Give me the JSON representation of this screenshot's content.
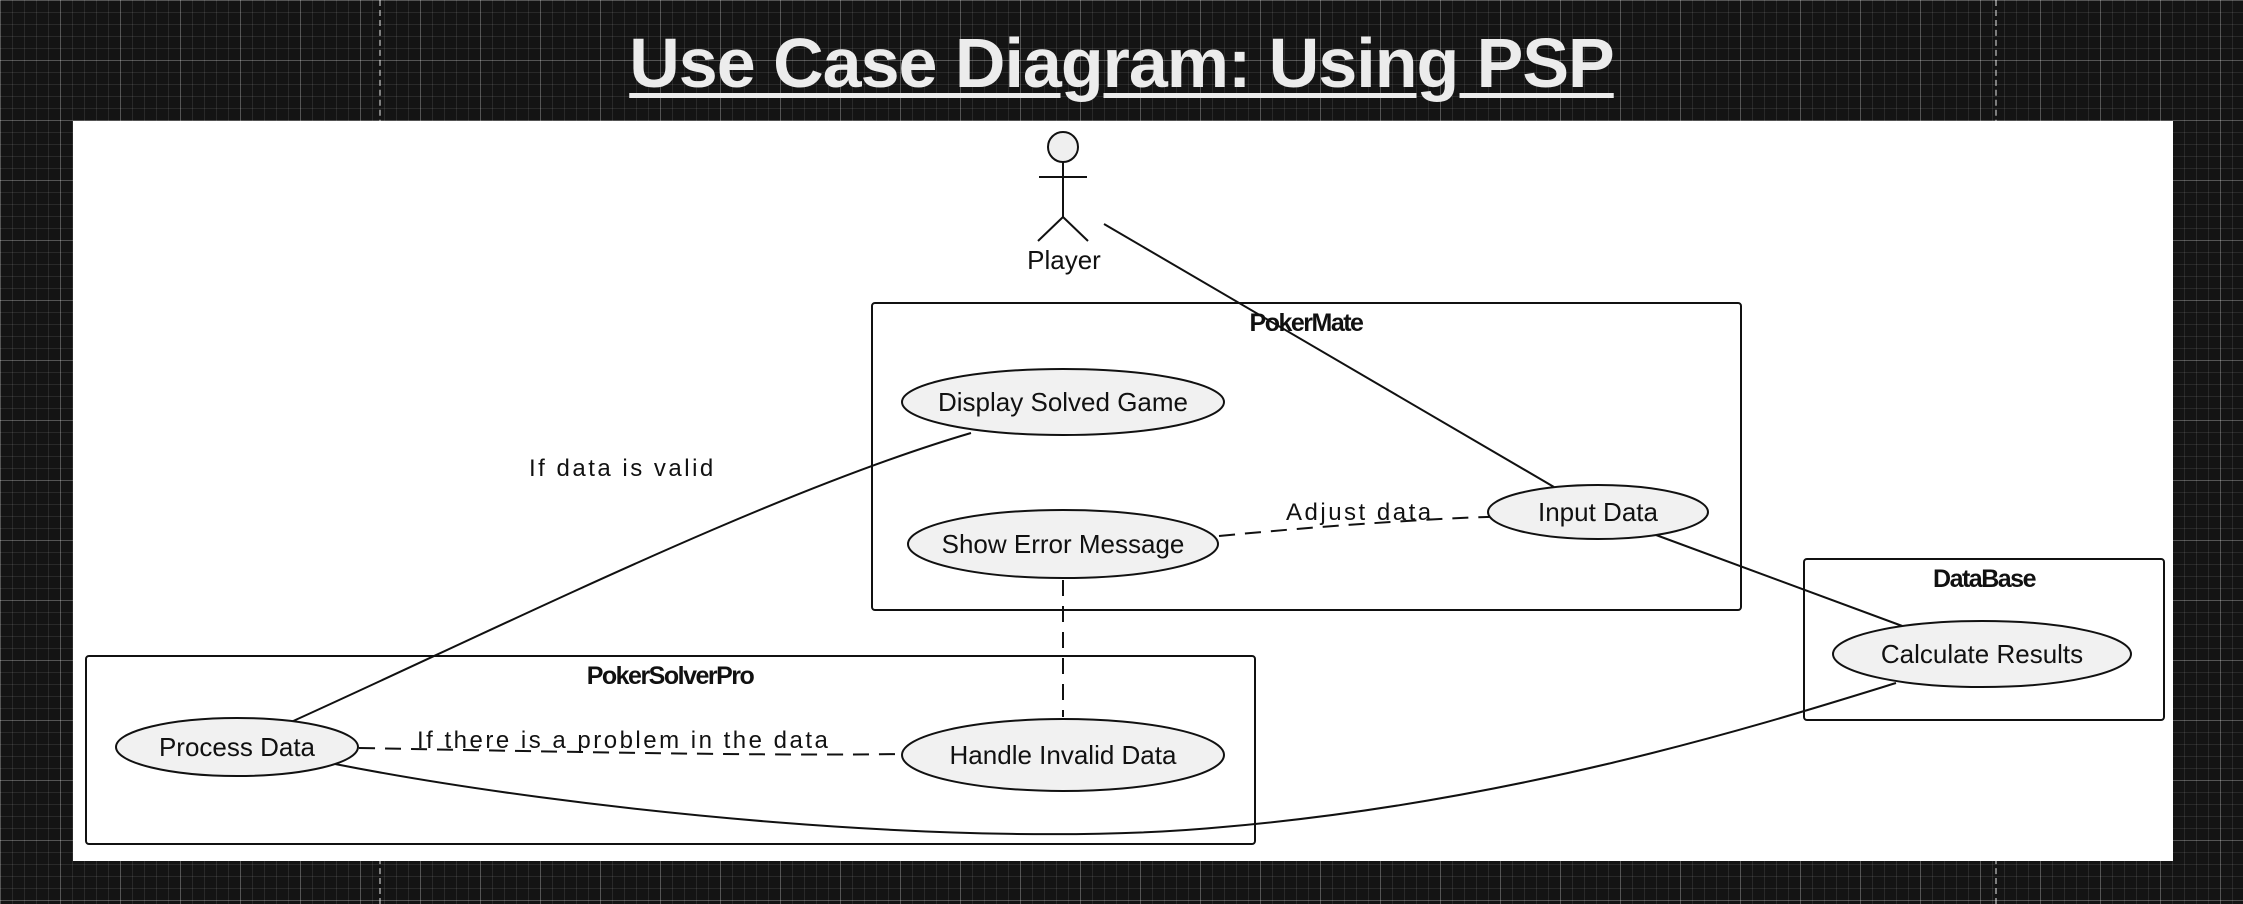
{
  "title": "Use Case Diagram: Using PSP",
  "actor": {
    "name": "Player"
  },
  "packages": {
    "pokermate": "PokerMate",
    "pokersolverpro": "PokerSolverPro",
    "database": "DataBase"
  },
  "use_cases": {
    "display_solved_game": "Display Solved Game",
    "show_error_message": "Show Error Message",
    "input_data": "Input Data",
    "process_data": "Process Data",
    "handle_invalid_data": "Handle Invalid Data",
    "calculate_results": "Calculate Results"
  },
  "edge_labels": {
    "valid": "If data is valid",
    "adjust": "Adjust data",
    "problem": "If there is a problem in the data"
  }
}
